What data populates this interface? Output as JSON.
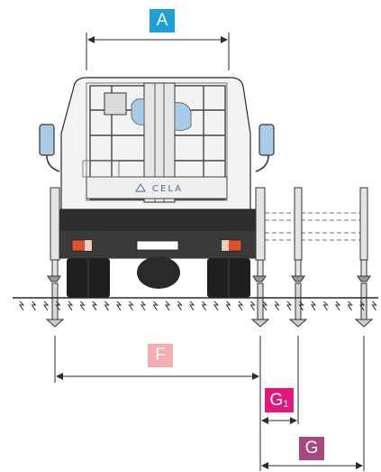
{
  "labels": {
    "A": {
      "text": "A",
      "color": "#1e9fd8"
    },
    "F": {
      "text": "F",
      "color": "#f4aeb3"
    },
    "G1": {
      "text": "G",
      "sub": "1",
      "color": "#e2197b"
    },
    "G": {
      "text": "G",
      "color": "#a7497f"
    }
  },
  "brand": "CELA",
  "colors": {
    "line": "#2b2b2b",
    "body": "#f3f3f3",
    "chassis": "#2e2e2e",
    "tyre": "#1f1f1f",
    "mirror": "#a9cbe8",
    "light": "#e0502c"
  }
}
